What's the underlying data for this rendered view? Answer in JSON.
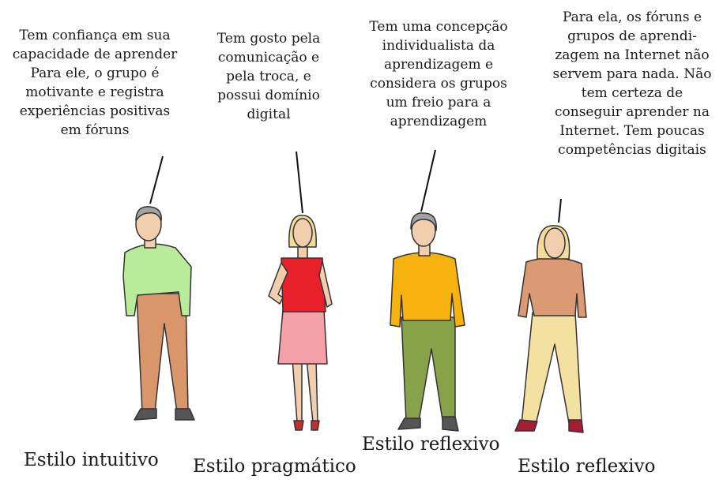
{
  "descriptions": [
    "Tem confiança em sua\ncapacidade de aprender\nPara ele, o grupo é\nmotivante e registra\nexperiências positivas\nem fóruns",
    "Tem gosto pela\ncomunicação e\npela troca, e\npossui domínio\ndigital",
    "Tem uma concepção\nindividualista da\naprendizagem e\nconsidera os grupos\num freio para a\naprendizagem",
    "Para ela, os fóruns e\ngrupos de aprendi-\nzagem na Internet não\nservem para nada. Não\ntem certeza de\nconseguir aprender na\nInternet. Tem poucas\ncompetências digitais"
  ],
  "labels": [
    "Estilo intuitivo",
    "Estilo pragmático",
    "Estilo reflexivo",
    "Estilo reflexivo"
  ],
  "colors": {
    "man1_shirt": "#b9ec9a",
    "man1_pants": "#d9966a",
    "woman1_top": "#e8202a",
    "woman1_skirt": "#f4a0a8",
    "man2_shirt": "#f6b20e",
    "man2_pants": "#86a34a",
    "woman2_top": "#dc9a74",
    "woman2_pants": "#f3e1a2",
    "skin": "#f1cfae",
    "hair_grey": "#a3a3a3",
    "hair_blonde": "#f3dc98"
  }
}
